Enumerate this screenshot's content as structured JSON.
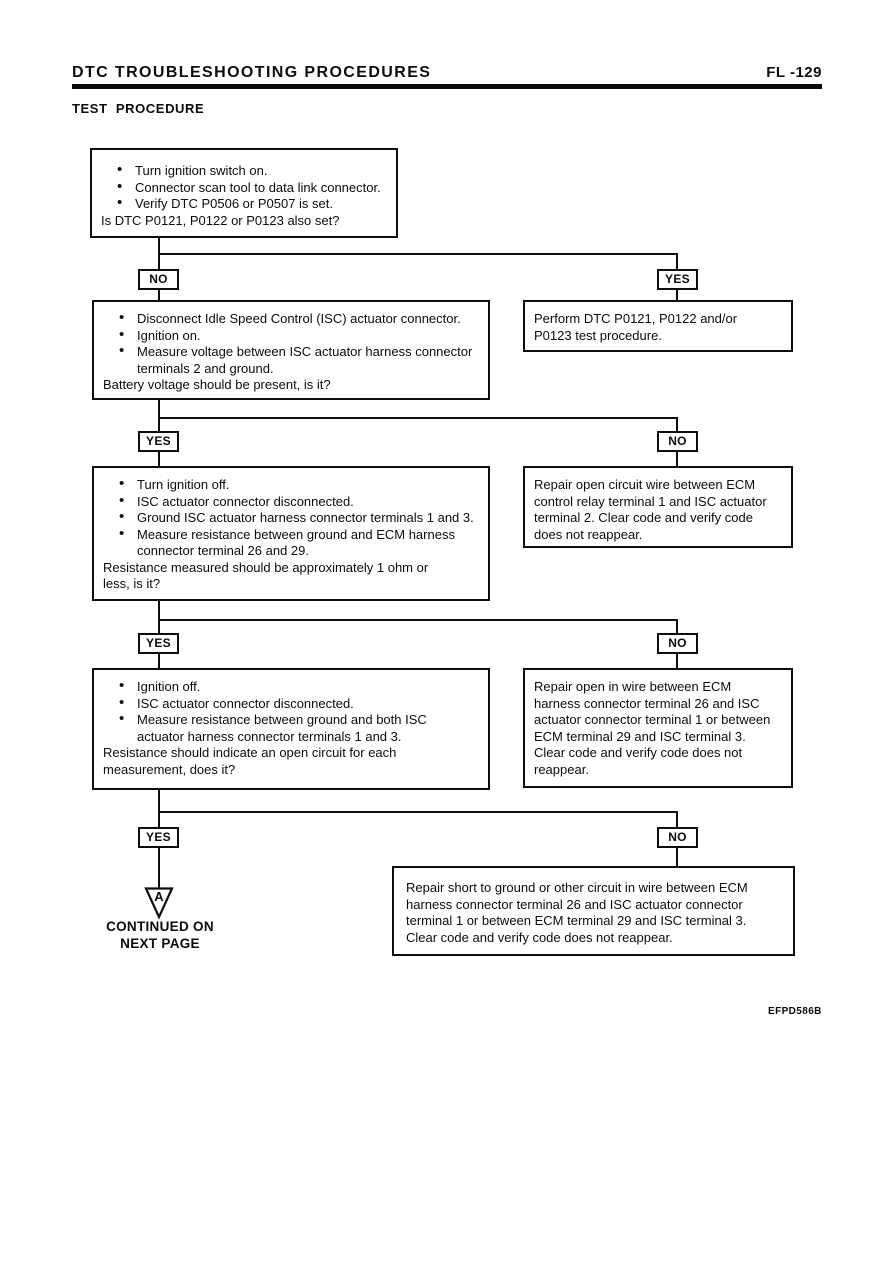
{
  "colors": {
    "ink": "#0c0c0c",
    "paper": "#ffffff"
  },
  "header": {
    "title": "DTC TROUBLESHOOTING PROCEDURES",
    "page_number": "FL -129"
  },
  "section_title": "TEST PROCEDURE",
  "figure_code": "EFPD586B",
  "flowchart": {
    "box1": {
      "lines": [
        "Turn ignition switch on.",
        "Connector scan tool to data link connector.",
        "Verify DTC P0506 or P0507 is set.",
        "Is DTC P0121, P0122 or P0123 also set?"
      ]
    },
    "branch1": {
      "left": "NO",
      "right": "YES"
    },
    "box2": {
      "lines": [
        "Disconnect Idle Speed Control (ISC) actuator connector.",
        "Ignition on.",
        "Measure voltage between ISC actuator harness connector",
        "terminals 2 and ground.",
        "Battery voltage should be present, is it?"
      ]
    },
    "box2r": {
      "lines": [
        "Perform DTC P0121, P0122 and/or",
        "P0123 test procedure."
      ]
    },
    "branch2": {
      "left": "YES",
      "right": "NO"
    },
    "box3": {
      "lines": [
        "Turn ignition off.",
        "ISC actuator connector disconnected.",
        "Ground ISC actuator harness connector terminals 1 and 3.",
        "Measure resistance between ground and ECM harness",
        "connector terminal 26 and 29.",
        "Resistance measured should be approximately 1 ohm or",
        "less, is it?"
      ]
    },
    "box3r": {
      "lines": [
        "Repair open circuit wire between ECM",
        "control relay terminal 1 and ISC actuator",
        "terminal 2. Clear code and verify code",
        "does not reappear."
      ]
    },
    "branch3": {
      "left": "YES",
      "right": "NO"
    },
    "box4": {
      "lines": [
        "Ignition off.",
        "ISC actuator connector disconnected.",
        "Measure resistance between ground and both ISC",
        "actuator harness connector terminals 1 and 3.",
        "Resistance should indicate an open circuit for each",
        "measurement, does it?"
      ]
    },
    "box4r": {
      "lines": [
        "Repair open in wire between ECM",
        "harness connector terminal 26 and ISC",
        "actuator connector terminal 1 or between",
        "ECM terminal 29 and ISC terminal 3.",
        "Clear code and verify code does not",
        "reappear."
      ]
    },
    "branch4": {
      "left": "YES",
      "right": "NO"
    },
    "box5r": {
      "lines": [
        "Repair short to ground or other circuit in wire between ECM",
        "harness connector terminal 26 and ISC actuator connector",
        "terminal 1 or between ECM terminal 29 and ISC terminal 3.",
        "Clear code and verify code does not reappear."
      ]
    },
    "continuation": {
      "letter": "A",
      "caption_line1": "CONTINUED ON",
      "caption_line2": "NEXT PAGE"
    }
  }
}
